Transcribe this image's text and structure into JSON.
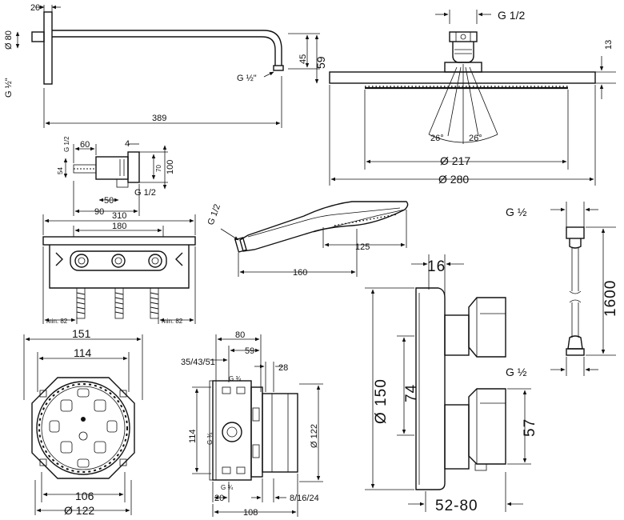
{
  "arm": {
    "d20": "20",
    "d80": "Ø 80",
    "g12": "G ½\"",
    "d389": "389",
    "d45": "45",
    "d59": "59",
    "g12b": "G ½\""
  },
  "head": {
    "g12": "G 1/2",
    "d13": "13",
    "d217": "Ø 217",
    "d280": "Ø 280",
    "a1": "26°",
    "a2": "26°"
  },
  "inlet": {
    "d60": "60",
    "g12a": "G 1/2",
    "d4": "4",
    "d54": "54",
    "d70": "70",
    "d100": "100",
    "d50": "50",
    "d90": "90",
    "g12b": "G 1/2"
  },
  "rough": {
    "d310": "310",
    "d180": "180",
    "min1": "min. 82",
    "min2": "min. 82"
  },
  "hand": {
    "g12": "G 1/2",
    "d125": "125",
    "d160": "160"
  },
  "hose": {
    "g12a": "G ½",
    "g12b": "G ½",
    "d1600": "1600"
  },
  "thermo": {
    "d16": "16",
    "d150": "Ø 150",
    "d74": "74",
    "d57": "57",
    "d5280": "52-80"
  },
  "ring": {
    "d151": "151",
    "d114": "114",
    "d106": "106",
    "d122": "Ø 122"
  },
  "box": {
    "d80": "80",
    "d59": "59",
    "d354351": "35/43/51",
    "g34a": "G ¾",
    "d28": "28",
    "d114": "114",
    "g34b": "G ¾",
    "d122": "Ø 122",
    "g34c": "G ¾",
    "d20": "20",
    "d81624": "8/16/24",
    "d108": "108"
  }
}
